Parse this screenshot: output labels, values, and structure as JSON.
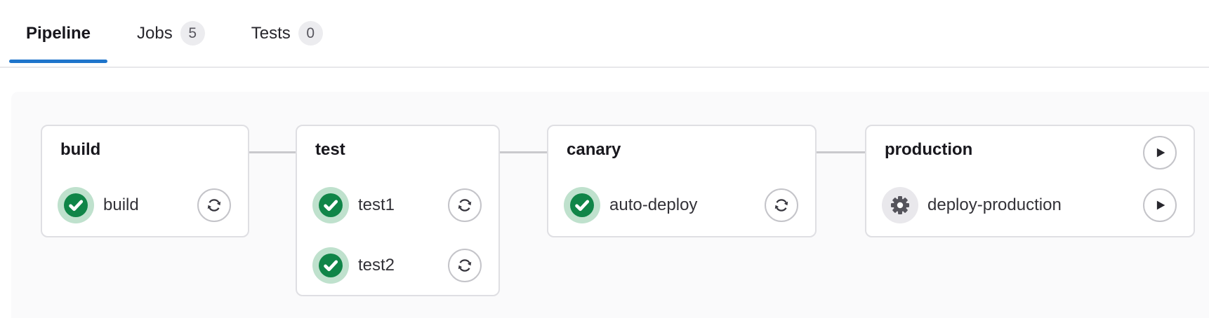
{
  "tabs": {
    "items": [
      {
        "label": "Pipeline",
        "badge": null,
        "active": true
      },
      {
        "label": "Jobs",
        "badge": "5",
        "active": false
      },
      {
        "label": "Tests",
        "badge": "0",
        "active": false
      }
    ]
  },
  "pipeline": {
    "stages": [
      {
        "name": "build",
        "jobs": [
          {
            "name": "build",
            "status": "success",
            "action": "retry"
          }
        ]
      },
      {
        "name": "test",
        "jobs": [
          {
            "name": "test1",
            "status": "success",
            "action": "retry"
          },
          {
            "name": "test2",
            "status": "success",
            "action": "retry"
          }
        ]
      },
      {
        "name": "canary",
        "jobs": [
          {
            "name": "auto-deploy",
            "status": "success",
            "action": "retry"
          }
        ]
      },
      {
        "name": "production",
        "stage_action": "play",
        "jobs": [
          {
            "name": "deploy-production",
            "status": "manual",
            "action": "play"
          }
        ]
      }
    ]
  },
  "icons": {
    "status_success": "check-circle-icon",
    "status_manual": "gear-circle-icon",
    "retry": "retry-arrows-icon",
    "play": "play-triangle-icon"
  },
  "colors": {
    "accent_blue": "#1f75cb",
    "success_green": "#108548",
    "success_halo": "#bfe1cd",
    "manual_gray": "#55545c",
    "manual_halo": "#e9e8ec",
    "panel_background": "#fafafb",
    "card_border": "#dfdfe3",
    "connector_gray": "#c9c9cd",
    "badge_background": "#ececef"
  }
}
